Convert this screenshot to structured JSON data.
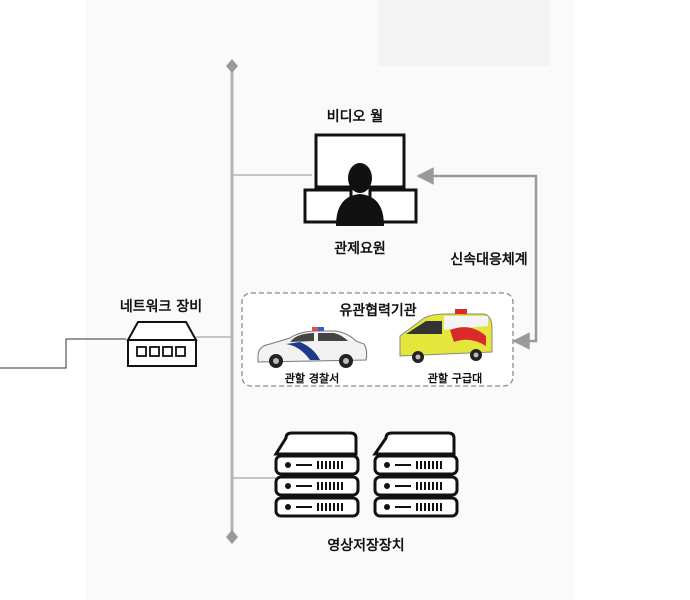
{
  "video_wall": {
    "title": "비디오 월"
  },
  "operator": {
    "label": "관제요원"
  },
  "network": {
    "label": "네트워크 장비"
  },
  "agencies": {
    "title": "유관협력기관",
    "police_label": "관할 경찰서",
    "ambulance_label": "관할 구급대"
  },
  "rapid_response": {
    "label": "신속대응체계"
  },
  "storage": {
    "label": "영상저장장치"
  },
  "colors": {
    "line": "#b3b3b3",
    "arrow": "#9a9a9a",
    "icon": "#111111",
    "police_blue": "#1f3a8a",
    "ambulance_yellow": "#e5e63b",
    "ambulance_red": "#d92b2b"
  }
}
